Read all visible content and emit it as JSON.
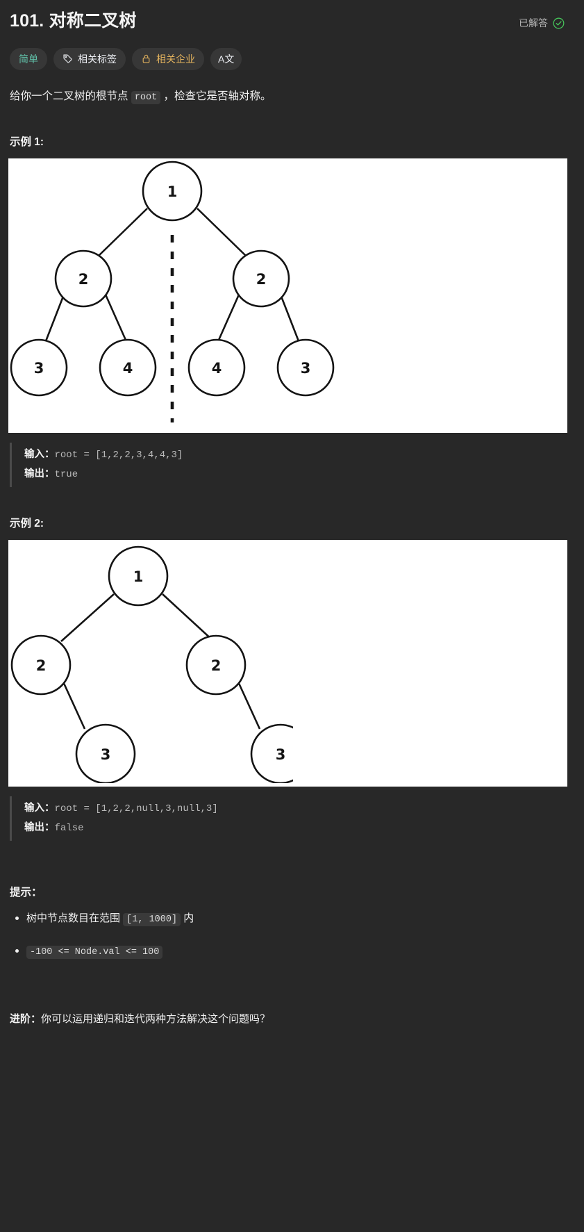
{
  "header": {
    "title": "101. 对称二叉树",
    "status_label": "已解答",
    "status_icon": "check-circle-icon",
    "status_color": "#46c55a"
  },
  "badges": {
    "difficulty": {
      "label": "简单",
      "color": "#61c0a8"
    },
    "topics": {
      "label": "相关标签",
      "icon": "tag-icon",
      "color": "#eff1f6"
    },
    "companies": {
      "label": "相关企业",
      "icon": "lock-icon",
      "color": "#e1b15d"
    },
    "language_toggle": {
      "label": "A文",
      "icon": "translate-icon"
    }
  },
  "description": {
    "before_code": "给你一个二叉树的根节点 ",
    "code": "root",
    "after_code": " ，检查它是否轴对称。"
  },
  "examples": [
    {
      "heading": "示例 1:",
      "input_label": "输入：",
      "input_value": "root = [1,2,2,3,4,4,3]",
      "output_label": "输出：",
      "output_value": "true",
      "figure": {
        "type": "binary-tree",
        "symmetry_line": true,
        "nodes": [
          {
            "id": "root",
            "value": "1",
            "level": 0
          },
          {
            "id": "l",
            "value": "2",
            "level": 1
          },
          {
            "id": "r",
            "value": "2",
            "level": 1
          },
          {
            "id": "ll",
            "value": "3",
            "level": 2
          },
          {
            "id": "lr",
            "value": "4",
            "level": 2
          },
          {
            "id": "rl",
            "value": "4",
            "level": 2
          },
          {
            "id": "rr",
            "value": "3",
            "level": 2
          }
        ]
      }
    },
    {
      "heading": "示例 2:",
      "input_label": "输入：",
      "input_value": "root = [1,2,2,null,3,null,3]",
      "output_label": "输出：",
      "output_value": "false",
      "figure": {
        "type": "binary-tree",
        "symmetry_line": false,
        "nodes": [
          {
            "id": "root",
            "value": "1",
            "level": 0
          },
          {
            "id": "l",
            "value": "2",
            "level": 1
          },
          {
            "id": "r",
            "value": "2",
            "level": 1
          },
          {
            "id": "lr",
            "value": "3",
            "level": 2
          },
          {
            "id": "rr",
            "value": "3",
            "level": 2
          }
        ]
      }
    }
  ],
  "hints": {
    "heading": "提示：",
    "items": [
      {
        "before": "树中节点数目在范围 ",
        "code": "[1, 1000]",
        "after": " 内"
      },
      {
        "before": "",
        "code": "-100 <= Node.val <= 100",
        "after": ""
      }
    ]
  },
  "followup": {
    "label": "进阶：",
    "text": "你可以运用递归和迭代两种方法解决这个问题吗？"
  }
}
